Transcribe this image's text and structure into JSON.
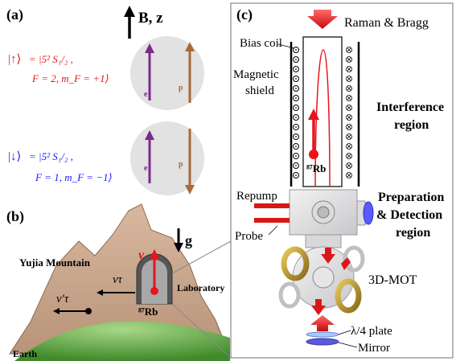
{
  "panels": {
    "a": {
      "label": "(a)",
      "field": "B, z",
      "up_state": {
        "ket": "|↑⟩",
        "line1": "= |5² S₁/₂ ,",
        "line2": "F = 2,  m_F = +1⟩",
        "e_label": "e",
        "p_label": "p"
      },
      "down_state": {
        "ket": "|↓⟩",
        "line1": "= |5² S₁/₂ ,",
        "line2": "F = 1,  m_F = −1⟩",
        "e_label": "e",
        "p_label": "p"
      }
    },
    "b": {
      "label": "(b)",
      "mountain": "Yujia Mountain",
      "laboratory": "Laboratory",
      "earth": "Earth",
      "gravity": "g",
      "atom": "⁸⁷Rb",
      "v": "v",
      "v_tau": "vτ",
      "v_tau_prime": "v′τ"
    },
    "c": {
      "label": "(c)",
      "raman": "Raman & Bragg",
      "bias_coil": "Bias coil",
      "shield_1": "Magnetic",
      "shield_2": "shield",
      "interference_1": "Interference",
      "interference_2": "region",
      "atom": "⁸⁷Rb",
      "repump": "Repump",
      "probe": "Probe",
      "prep_1": "Preparation",
      "prep_2": "& Detection",
      "prep_3": "region",
      "mot": "3D-MOT",
      "plate": "λ/4 plate",
      "mirror": "Mirror"
    }
  },
  "colors": {
    "up_state": "#e8141c",
    "down_state": "#1a1aff",
    "electron_spin": "#7a2a8a",
    "proton_spin": "#a86a3a",
    "mountain": "#c8a890",
    "earth": "#6aa84a",
    "atom": "#e8141c"
  }
}
